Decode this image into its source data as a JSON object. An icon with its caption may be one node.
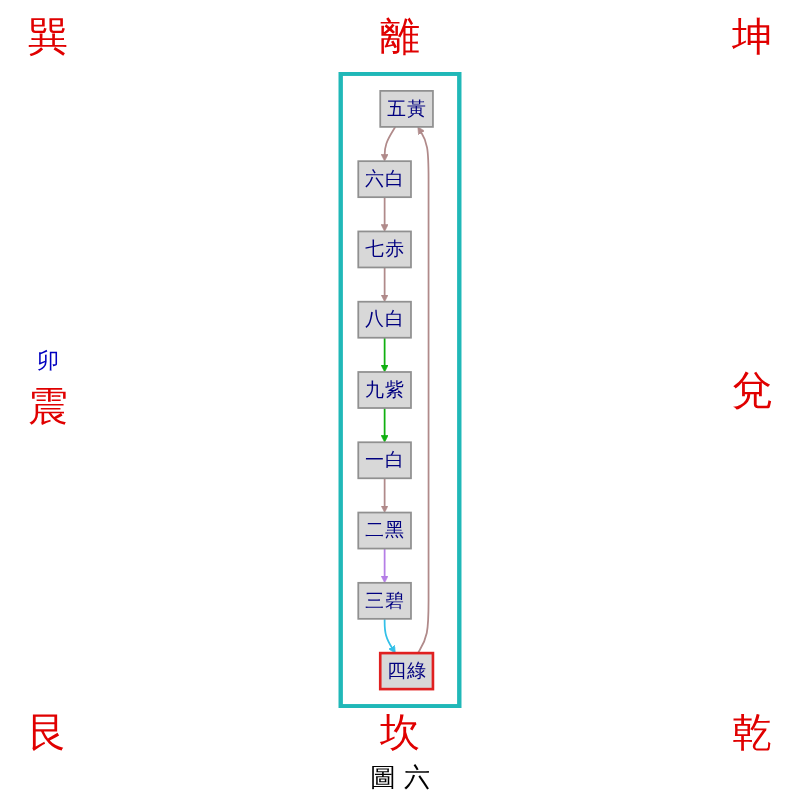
{
  "diagram": {
    "caption": "圖 六",
    "nodes": [
      {
        "text": [],
        "shape": "box"
      },
      {
        "text": [
          "五黃"
        ],
        "in": 0
      },
      {
        "text": [
          "一白"
        ],
        "in": 0
      },
      {
        "text": [
          "三碧"
        ],
        "in": 0
      },
      {
        "text": [
          "四綠"
        ],
        "in": 0
      },
      {
        "text": [
          "六白"
        ],
        "in": 0
      },
      {
        "text": [
          "八白"
        ],
        "in": 0
      },
      {
        "text": [
          "九紫"
        ],
        "in": 0
      },
      {
        "text": [
          "二黑"
        ],
        "in": 0
      },
      {
        "text": [
          "七赤"
        ],
        "in": 0
      }
    ],
    "edges": [
      {
        "from": 4,
        "to": 1,
        "arrow": "to"
      },
      {
        "from": 1,
        "to": 5,
        "arrow": "to"
      },
      {
        "from": 2,
        "to": 8,
        "arrow": "to"
      },
      {
        "from": 5,
        "to": 9,
        "arrow": "to"
      },
      {
        "from": 9,
        "to": 6,
        "arrow": "to"
      },
      {
        "from": 6,
        "to": 7,
        "arrow": "to",
        "color": "#10b010"
      },
      {
        "from": 7,
        "to": 2,
        "arrow": "to",
        "color": "#10b010"
      },
      {
        "from": 8,
        "to": 3,
        "arrow": "to",
        "color": "#b57ee6"
      },
      {
        "from": 3,
        "to": 4,
        "arrow": "to",
        "color": "#33c0e8"
      }
    ],
    "labels": [
      "巽",
      "離",
      "坤",
      "卯",
      "震",
      "兌",
      "艮",
      "坎",
      "乾"
    ]
  }
}
